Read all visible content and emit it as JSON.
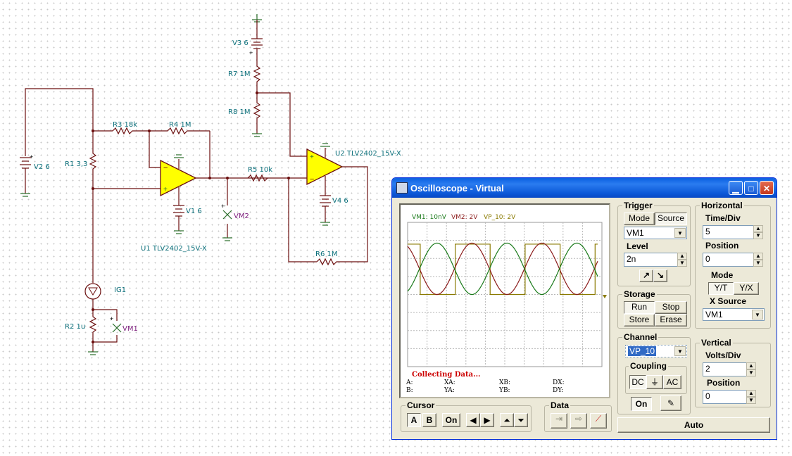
{
  "schematic": {
    "labels": {
      "v3": "V3 6",
      "r7": "R7 1M",
      "r8": "R8 1M",
      "v2": "V2 6",
      "r1": "R1 3,3",
      "r3": "R3 18k",
      "r4": "R4 1M",
      "r5": "R5 10k",
      "r6": "R6 1M",
      "u1": "U1 TLV2402_15V-X",
      "u2": "U2 TLV2402_15V-X",
      "v1": "V1 6",
      "v4": "V4 6",
      "vm2": "VM2",
      "vm1": "VM1",
      "ig1": "IG1",
      "r2": "R2 1u"
    },
    "colors": {
      "wire": "#6b0e0e",
      "opamp_fill": "#ffff00",
      "label": "#0b6f7a",
      "meter": "#7a1a7a"
    }
  },
  "window": {
    "title": "Oscilloscope - Virtual",
    "app_icon": "oscilloscope-icon",
    "screen": {
      "legend": [
        {
          "text": "VM1: 10nV",
          "color": "#1a7a1a"
        },
        {
          "text": "VM2: 2V",
          "color": "#8b1a1a"
        },
        {
          "text": "VP_10: 2V",
          "color": "#8a7a00"
        }
      ],
      "status": "Collecting Data...",
      "readouts": [
        "A:",
        "XA:",
        "XB:",
        "DX:",
        "B:",
        "YA:",
        "YB:",
        "DY:"
      ]
    },
    "trigger": {
      "title": "Trigger",
      "mode_label": "Mode",
      "source_label": "Source",
      "source_value": "VM1",
      "level_label": "Level",
      "level_value": "2n"
    },
    "horizontal": {
      "title": "Horizontal",
      "time_div_label": "Time/Div",
      "time_div_value": "5",
      "position_label": "Position",
      "position_value": "0",
      "mode_label": "Mode",
      "yt_label": "Y/T",
      "yx_label": "Y/X",
      "xsource_label": "X Source",
      "xsource_value": "VM1"
    },
    "storage": {
      "title": "Storage",
      "run": "Run",
      "stop": "Stop",
      "store": "Store",
      "erase": "Erase"
    },
    "channel": {
      "title": "Channel",
      "value": "VP_10",
      "coupling_title": "Coupling",
      "dc": "DC",
      "ac": "AC",
      "on": "On"
    },
    "vertical": {
      "title": "Vertical",
      "volts_div_label": "Volts/Div",
      "volts_div_value": "2",
      "position_label": "Position",
      "position_value": "0"
    },
    "cursor": {
      "title": "Cursor",
      "a": "A",
      "b": "B",
      "on": "On"
    },
    "data": {
      "title": "Data"
    },
    "auto": "Auto"
  }
}
